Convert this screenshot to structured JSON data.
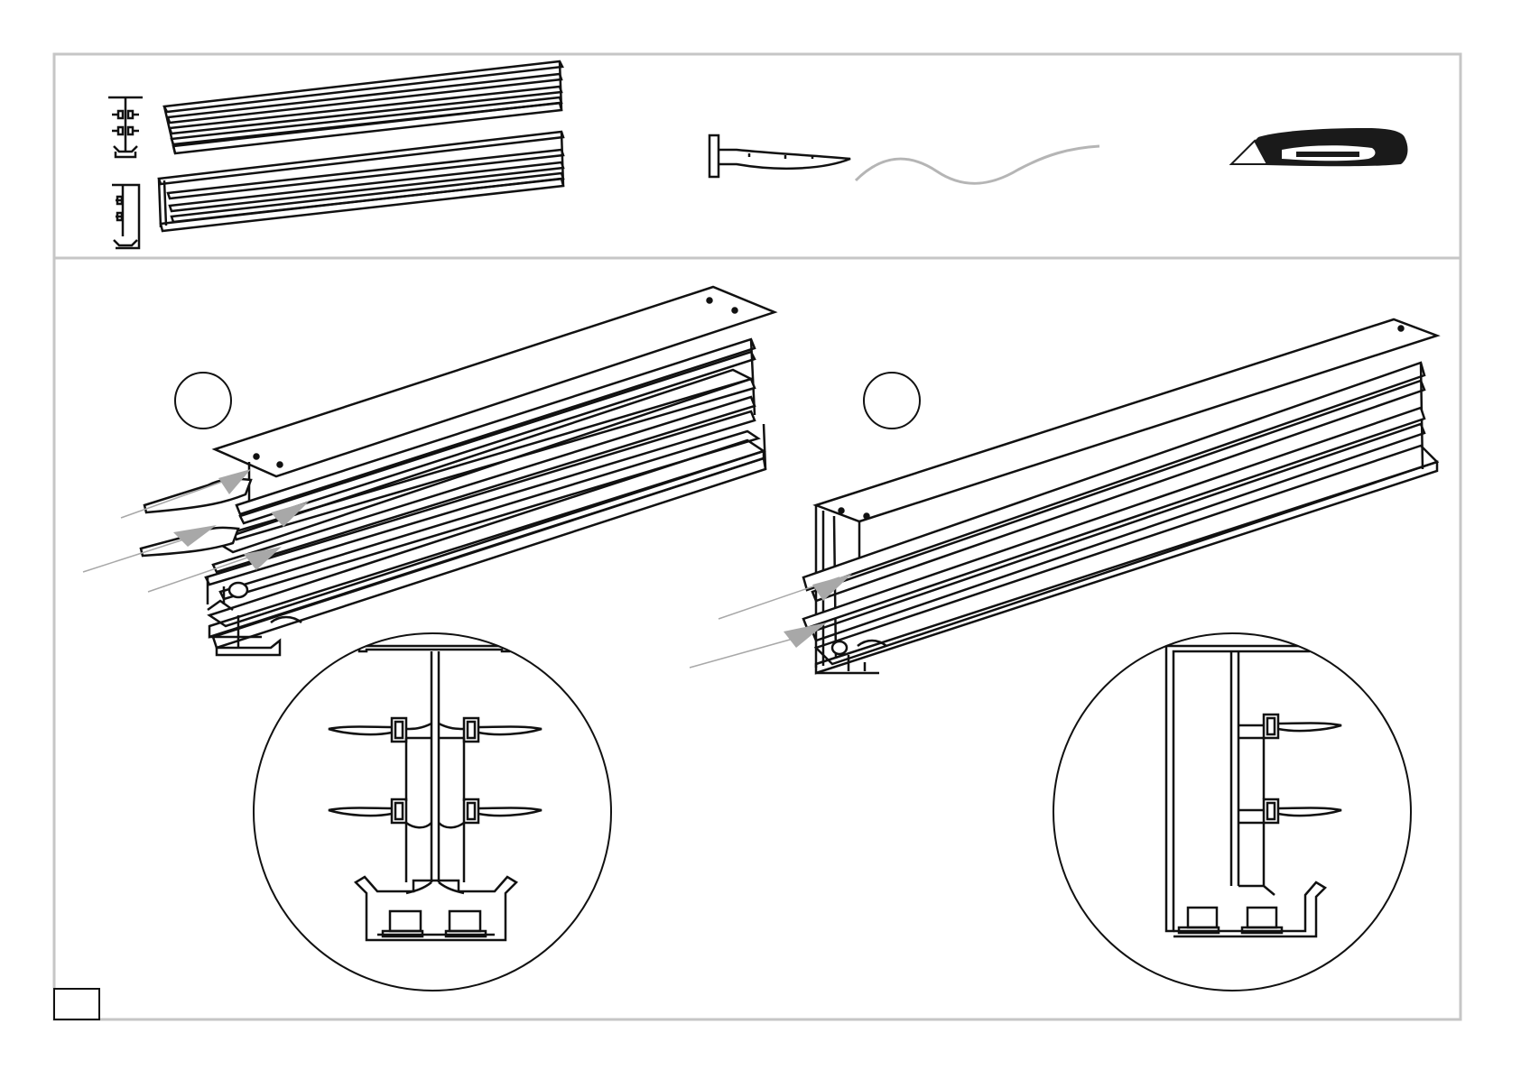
{
  "page": {
    "background": "#ffffff",
    "frame_color": "#c6c6c6",
    "line_color": "#111111",
    "arrow_color": "#a8a8a8"
  },
  "parts_panel": {
    "parts": [
      {
        "name": "central-profile",
        "icon": "profile-i-section-icon"
      },
      {
        "name": "wall-profile",
        "icon": "profile-wall-section-icon"
      },
      {
        "name": "rubber-seal-strip",
        "icon": "seal-strip-icon"
      },
      {
        "name": "utility-knife",
        "icon": "utility-knife-icon"
      }
    ]
  },
  "steps": [
    {
      "label": "",
      "profile": "central",
      "seal_arrows": 3
    },
    {
      "label": "",
      "profile": "wall",
      "seal_arrows": 2
    }
  ],
  "page_number": ""
}
